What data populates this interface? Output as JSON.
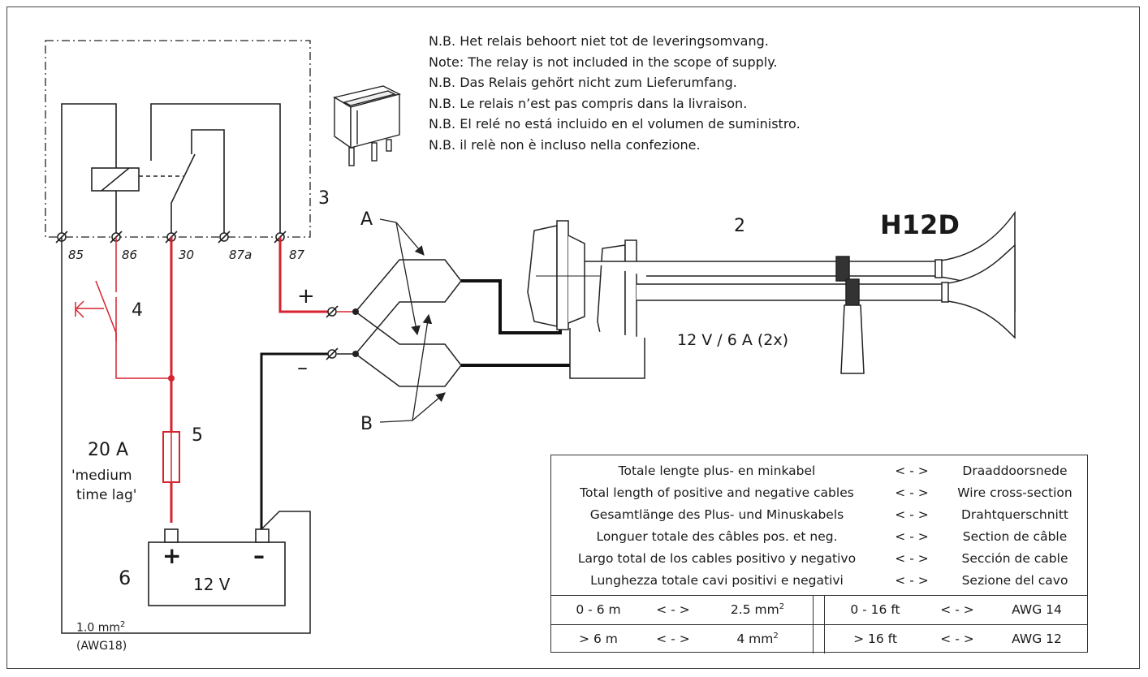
{
  "notes": [
    "N.B. Het relais behoort niet tot de leveringsomvang.",
    "Note: The relay is not included in the scope of supply.",
    "N.B.  Das Relais gehört nicht zum Lieferumfang.",
    "N.B. Le relais n’est pas compris dans la livraison.",
    "N.B. El relé no está incluido en el volumen de suministro.",
    "N.B. il relè non è incluso nella confezione."
  ],
  "model": "H12D",
  "horn_rating": "12 V / 6 A (2x)",
  "relay_terminals": [
    "85",
    "86",
    "30",
    "87a",
    "87"
  ],
  "callouts": {
    "relay": "3",
    "horn": "2",
    "switch": "4",
    "fuse": "5",
    "battery": "6",
    "a": "A",
    "b": "B"
  },
  "polarity": {
    "plus": "+",
    "minus": "–"
  },
  "fuse": {
    "rating": "20 A",
    "type_line1": "'medium",
    "type_line2": "time lag'"
  },
  "battery": {
    "voltage": "12 V",
    "plus": "+",
    "minus": "–"
  },
  "ground_wire": {
    "size": "1.0 mm",
    "size_sup": "2",
    "awg": "(AWG18)"
  },
  "colors": {
    "positive_wire": "#d6232f",
    "negative_wire": "#111111",
    "line": "#222222"
  },
  "spec_table": {
    "header_rows": [
      {
        "left": "Totale lengte plus- en minkabel",
        "arrow": "< - >",
        "right": "Draaddoorsnede"
      },
      {
        "left": "Total length of positive and negative cables",
        "arrow": "< - >",
        "right": "Wire cross-section"
      },
      {
        "left": "Gesamtlänge des Plus- und Minuskabels",
        "arrow": "< - >",
        "right": "Drahtquerschnitt"
      },
      {
        "left": "Longuer totale des câbles pos. et neg.",
        "arrow": "< - >",
        "right": "Section de câble"
      },
      {
        "left": "Largo total de los cables positivo y negativo",
        "arrow": "< - >",
        "right": "Sección de cable"
      },
      {
        "left": "Lunghezza totale cavi positivi e negativi",
        "arrow": "< - >",
        "right": "Sezione del cavo"
      }
    ],
    "metric_rows": [
      {
        "length": "0 - 6 m",
        "arrow": "< - >",
        "section": "2.5 mm",
        "sup": "2"
      },
      {
        "length": "> 6 m",
        "arrow": "< - >",
        "section": "4 mm",
        "sup": "2"
      }
    ],
    "imperial_rows": [
      {
        "length": "0 - 16 ft",
        "arrow": "< - >",
        "awg": "AWG  14"
      },
      {
        "length": "> 16 ft",
        "arrow": "< - >",
        "awg": "AWG  12"
      }
    ]
  }
}
